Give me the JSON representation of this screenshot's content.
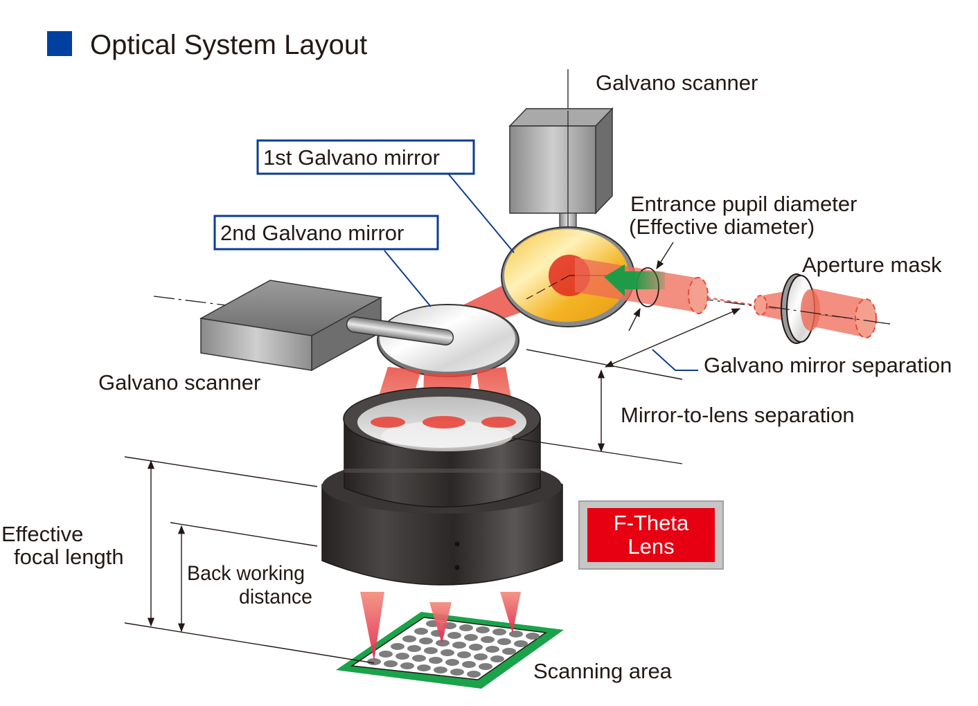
{
  "title": "Optical System Layout",
  "colors": {
    "title_square": "#0040a0",
    "callout_border": "#0b3d91",
    "laser_beam": "#e8473c",
    "first_mirror": "#f2b731",
    "second_mirror": "#d8d8d8",
    "lens_body": "#2f2b2a",
    "direction_arrow": "#1f9b48",
    "scan_area_border": "#1aa34a",
    "ftheta_fill": "#e60012",
    "ftheta_border": "#a8a8a8"
  },
  "labels": {
    "galvano_scanner_top": "Galvano scanner",
    "galvano_scanner_left": "Galvano scanner",
    "first_mirror": "1st Galvano mirror",
    "second_mirror": "2nd Galvano mirror",
    "entrance_pupil_line1": "Entrance pupil diameter",
    "entrance_pupil_line2": "(Effective diameter)",
    "aperture_mask": "Aperture mask",
    "galvano_mirror_separation": "Galvano mirror separation",
    "mirror_to_lens_separation": "Mirror-to-lens separation",
    "effective_focal_length_line1": "Effective",
    "effective_focal_length_line2": "focal length",
    "back_working_distance_line1": "Back working",
    "back_working_distance_line2": "distance",
    "scanning_area": "Scanning area",
    "ftheta_line1": "F-Theta",
    "ftheta_line2": "Lens"
  },
  "icons": {
    "title_marker": "blue-square-icon",
    "beam_direction": "green-arrow-icon"
  }
}
